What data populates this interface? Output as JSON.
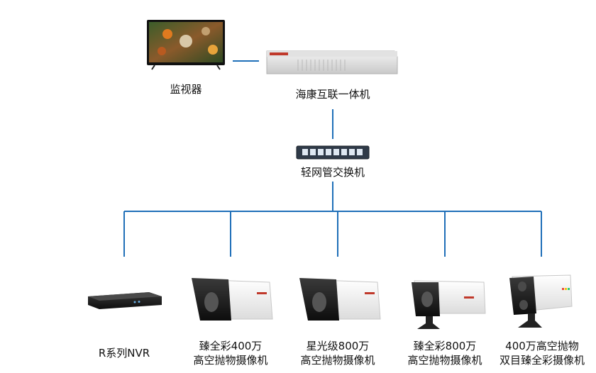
{
  "colors": {
    "link": "#1f6fb8"
  },
  "nodes": {
    "monitor": {
      "label": "监视器",
      "icon": "monitor-icon"
    },
    "nvr_main": {
      "label": "海康互联一体机",
      "icon": "rack-server-icon"
    },
    "switch": {
      "label": "轻网管交换机",
      "icon": "network-switch-icon"
    }
  },
  "devices": [
    {
      "id": "r-nvr",
      "line1": "R系列NVR",
      "line2": "",
      "icon": "nvr-recorder-icon"
    },
    {
      "id": "cam1",
      "line1": "臻全彩400万",
      "line2": "高空抛物摄像机",
      "icon": "bullet-camera-icon"
    },
    {
      "id": "cam2",
      "line1": "星光级800万",
      "line2": "高空抛物摄像机",
      "icon": "bullet-camera-icon"
    },
    {
      "id": "cam3",
      "line1": "臻全彩800万",
      "line2": "高空抛物摄像机",
      "icon": "bullet-camera-icon"
    },
    {
      "id": "cam4",
      "line1": "400万高空抛物",
      "line2": "双目臻全彩摄像机",
      "icon": "dual-lens-camera-icon"
    }
  ]
}
